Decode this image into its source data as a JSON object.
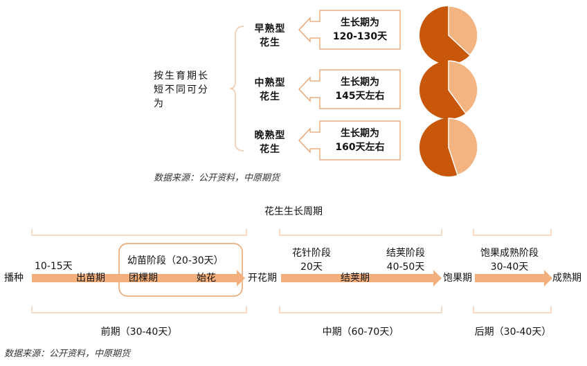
{
  "top": {
    "root_label_lines": [
      "按生育期长",
      "短不同可分",
      "为"
    ],
    "types": [
      {
        "name_lines": [
          "早熟型",
          "花生"
        ],
        "period_lines": [
          "生长期为",
          "120-130天"
        ],
        "pie_fraction": 0.37
      },
      {
        "name_lines": [
          "中熟型",
          "花生"
        ],
        "period_lines": [
          "生长期为",
          "145天左右"
        ],
        "pie_fraction": 0.4
      },
      {
        "name_lines": [
          "晚熟型",
          "花生"
        ],
        "period_lines": [
          "生长期为",
          "160天左右"
        ],
        "pie_fraction": 0.45
      }
    ],
    "source": "数据来源：公开资料，中原期货"
  },
  "timeline": {
    "title": "花生生长周期",
    "nodes": [
      "播种",
      "开花期",
      "饱果期",
      "成熟期"
    ],
    "labels": {
      "days_1": "10-15天",
      "chumiao": "出苗期",
      "youmiao": "幼苗阶段（20-30天）",
      "tuanke": "团棵期",
      "shihua": "始花",
      "huazhen": "花针阶段",
      "huazhen_days": "20天",
      "jiejia_stage": "结荚阶段",
      "jiejia_days": "40-50天",
      "jiejia": "结荚期",
      "baoguo": "饱果成熟阶段",
      "baoguo_days": "30-40天"
    },
    "phases": [
      "前期（30-40天）",
      "中期（60-70天）",
      "后期（30-40天）"
    ],
    "source": "数据来源：公开资料，中原期货"
  },
  "colors": {
    "pie_dark": "#c8570a",
    "pie_light": "#f4b482",
    "arrow": "#f4b07c",
    "outline": "#e8a06a",
    "bracket": "#f0c8a8"
  }
}
